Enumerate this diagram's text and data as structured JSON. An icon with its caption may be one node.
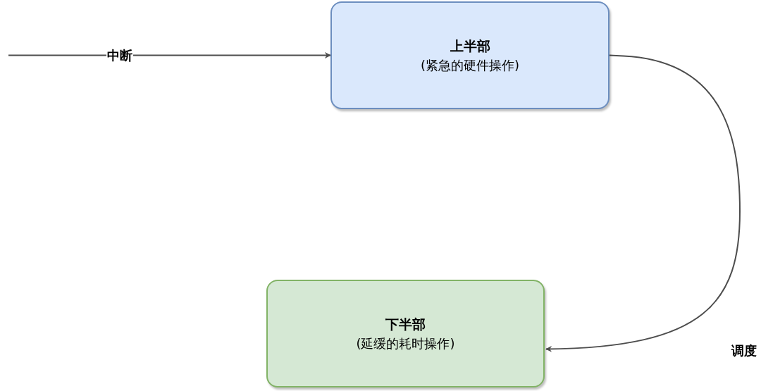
{
  "diagram": {
    "nodes": [
      {
        "text": [
          "上半部",
          "(紧急的硬件操作)"
        ]
      },
      {
        "text": [
          "下半部",
          "(延缓的耗时操作)"
        ]
      }
    ],
    "edges": [
      {
        "from": null,
        "to": 0,
        "arrow": "to",
        "label": "中断"
      },
      {
        "from": 0,
        "to": 1,
        "arrow": "to",
        "label": "调度"
      }
    ]
  }
}
